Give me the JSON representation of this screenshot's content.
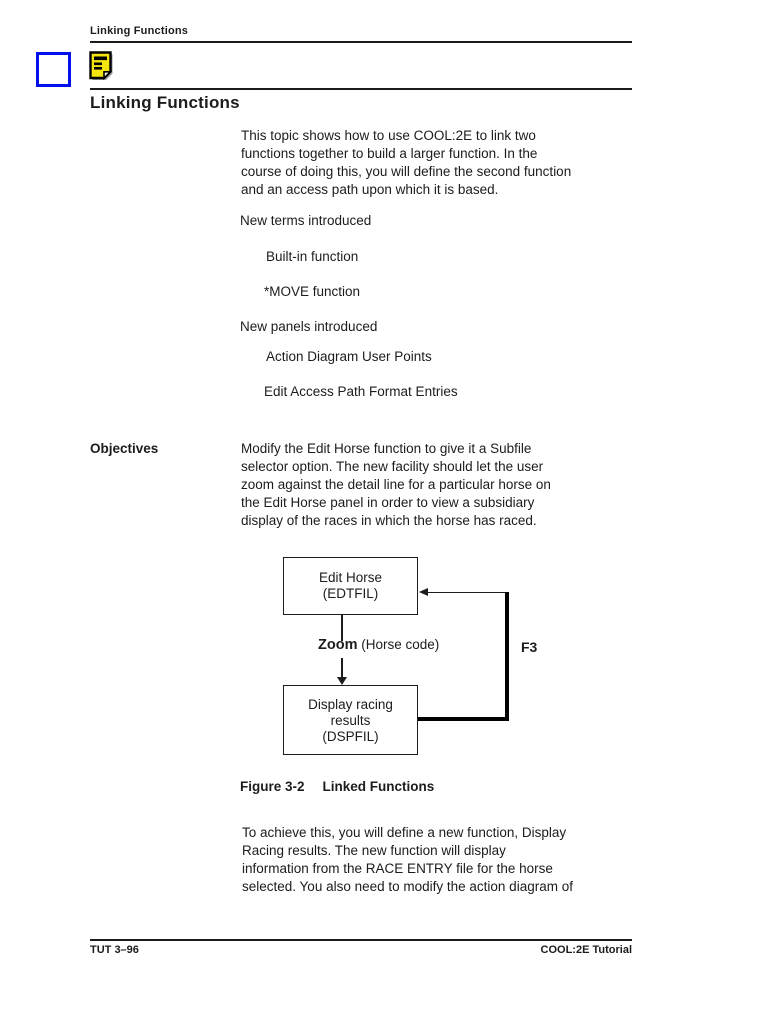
{
  "header": {
    "running_title": "Linking Functions",
    "page_title": "Linking Functions",
    "note_icon": "yellow-note-icon",
    "blue_square_icon": "blue-outline-square"
  },
  "colors": {
    "accent_blue": "#0011ee",
    "note_yellow": "#f2e40c",
    "text": "#1c1c1c"
  },
  "intro": {
    "lines": [
      "This topic shows how to use COOL:2E to link two",
      "functions together to build a larger function. In the",
      "course of doing this, you will define the second function",
      "and an access path upon which it is based."
    ]
  },
  "terms": {
    "heading": "New terms introduced",
    "items": [
      "Built-in function",
      "*MOVE function"
    ]
  },
  "panels": {
    "heading": "New panels introduced",
    "items": [
      "Action Diagram User Points",
      "Edit Access Path Format Entries"
    ]
  },
  "objectives": {
    "label": "Objectives",
    "lines": [
      "Modify the Edit Horse function to give it a Subfile",
      "selector option. The new facility should let the user",
      "zoom against the detail line for a particular horse on",
      "the Edit Horse panel in order to view a subsidiary",
      "display of the races in which the horse has raced."
    ]
  },
  "figure": {
    "box1_line1": "Edit Horse",
    "box1_line2": "(EDTFIL)",
    "arrow_label_bold": "Zoom",
    "arrow_label_rest": " (Horse code)",
    "f3_label": "F3",
    "box2_line1": "Display racing",
    "box2_line2": "results",
    "box2_line3": "(DSPFIL)",
    "caption_number": "Figure 3-2",
    "caption_text": "Linked Functions"
  },
  "closing": {
    "lines": [
      "To achieve this, you will define a new function, Display",
      "Racing results. The new function will display",
      "information from the RACE ENTRY file for the horse",
      "selected. You also need to modify the action diagram of"
    ]
  },
  "footer": {
    "left": "TUT 3–96",
    "right": "COOL:2E Tutorial"
  }
}
